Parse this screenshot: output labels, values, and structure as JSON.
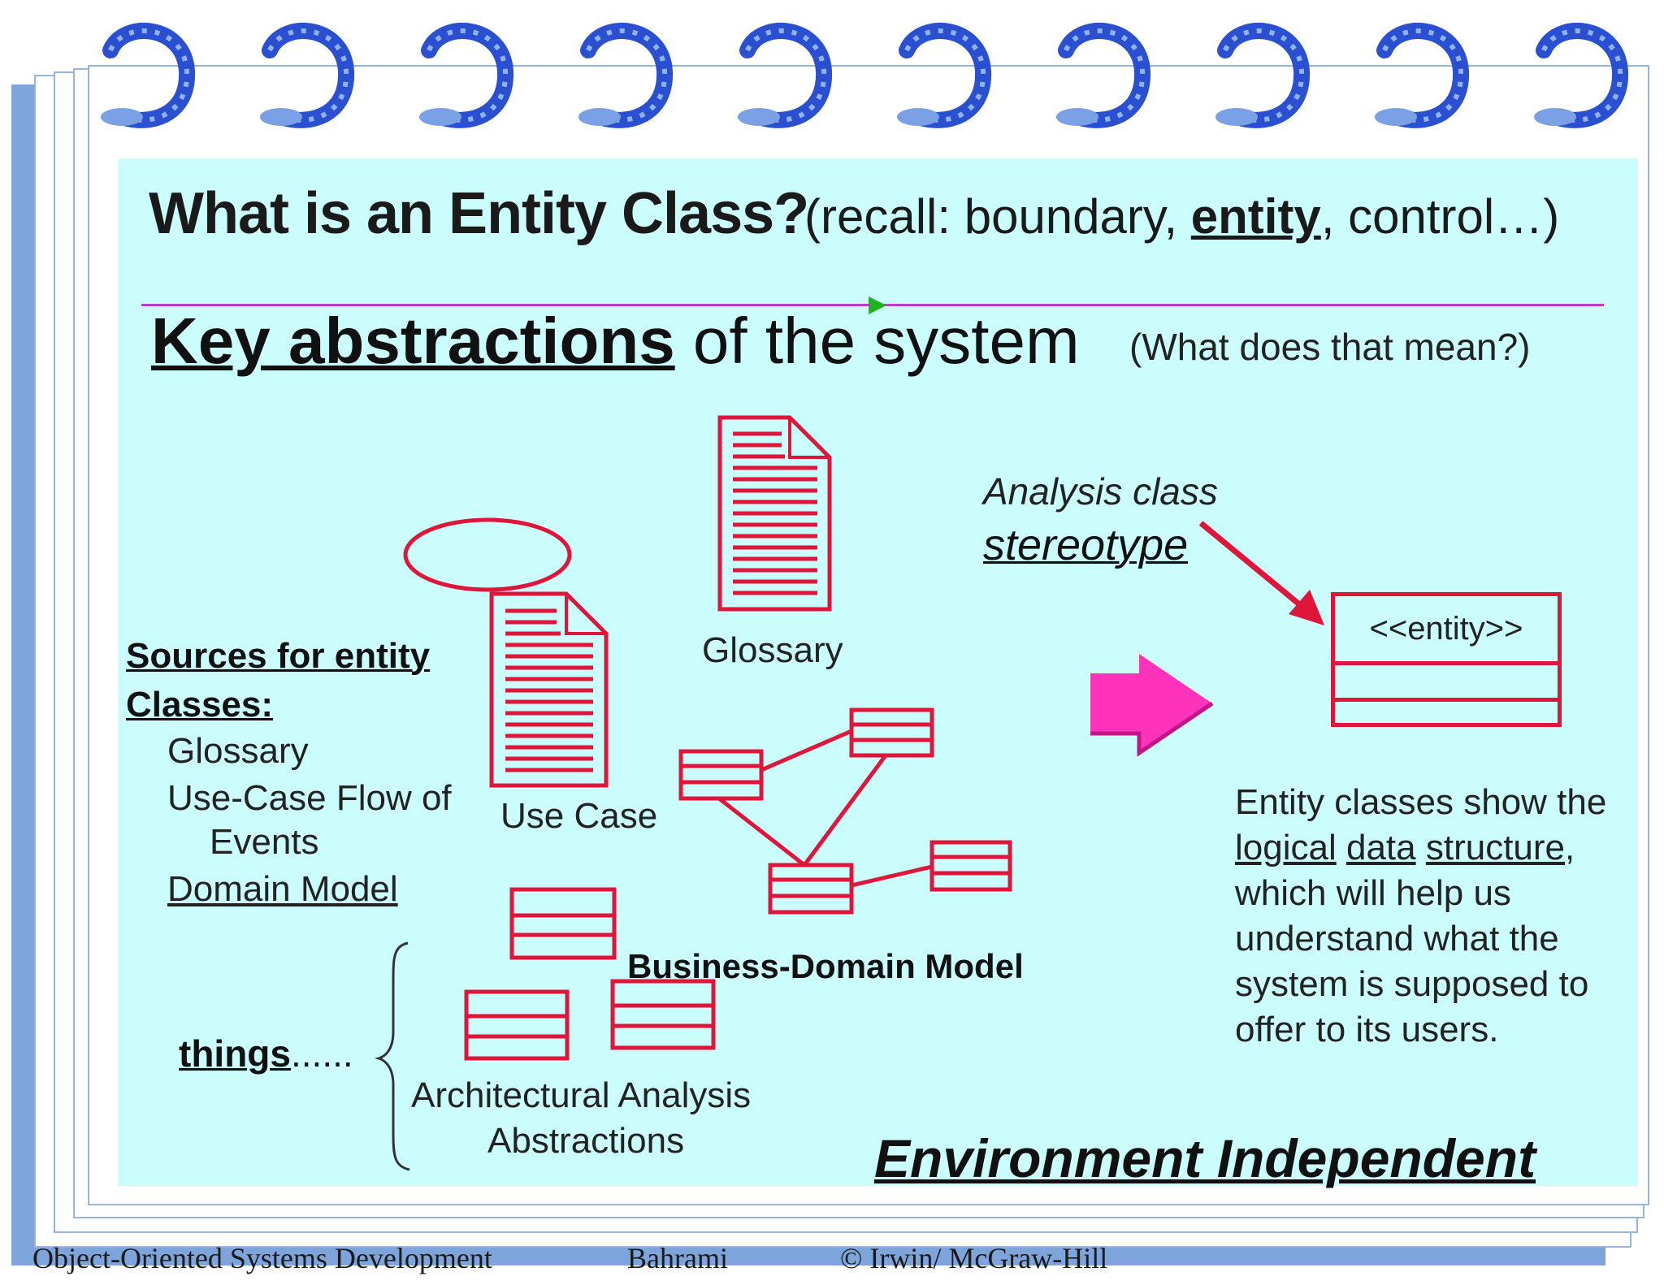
{
  "title": {
    "main": "What is an Entity Class?",
    "sub_prefix": "(recall:  boundary, ",
    "sub_emph": "entity",
    "sub_suffix": ", control…)"
  },
  "heading": {
    "key": "Key abstractions",
    "rest": " of the system",
    "question": "(What does that mean?)"
  },
  "sources": {
    "heading": "Sources for entity Classes:",
    "items": [
      "Glossary",
      "Use-Case Flow of",
      "Events",
      "Domain  Model"
    ]
  },
  "labels": {
    "use_case": "Use Case",
    "glossary": "Glossary",
    "business_domain": "Business-Domain Model",
    "things_word": "things",
    "things_dots": "......",
    "arch_line1": "Architectural Analysis",
    "arch_line2": "Abstractions"
  },
  "stereotype": {
    "analysis": "Analysis class",
    "word": "stereotype",
    "entity_text": "<<entity>>"
  },
  "description": {
    "line1": "Entity classes show the",
    "logical": "logical",
    "data": "data",
    "structure": "structure",
    "comma": ",",
    "rest1": "which will help us",
    "rest2": "understand what the",
    "rest3": "system is supposed to",
    "rest4": "offer to its users."
  },
  "environment": "Environment Independent",
  "footer": {
    "book": "Object-Oriented Systems Development",
    "author": "Bahrami",
    "publisher": "©  Irwin/ McGraw-Hill"
  },
  "colors": {
    "panel": "#ccfdfd",
    "uml_red": "#e0153a",
    "ring_blue": "#2a4fd0",
    "arrow_pink": "#ff33bb",
    "divider": "#c23bc2"
  }
}
